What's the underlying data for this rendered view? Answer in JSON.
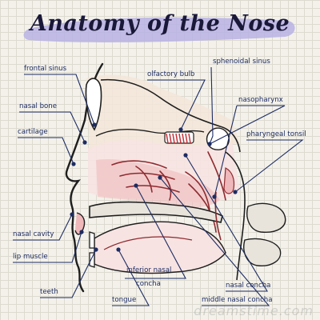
{
  "title": "Anatomy of the Nose",
  "watermark": "dreamstime.com",
  "colors": {
    "title_highlight": "#b7b2e4",
    "outline": "#1e1e1e",
    "leader_line": "#1d2c63",
    "blood_vessel": "#8e2a2f",
    "mucosa": "#efb8ba",
    "tissue": "#f7e3e2"
  },
  "labels": {
    "frontal_sinus": "frontal sinus",
    "nasal_bone": "nasal bone",
    "cartilage": "cartilage",
    "nasal_cavity": "nasal cavity",
    "lip_muscle": "lip muscle",
    "teeth": "teeth",
    "tongue": "tongue",
    "inferior_nasal_concha_1": "inferior nasal",
    "inferior_nasal_concha_2": "concha",
    "olfactory_bulb": "olfactory bulb",
    "sphenoidal_sinus": "sphenoidal sinus",
    "nasopharynx": "nasopharynx",
    "pharyngeal_tonsil": "pharyngeal tonsil",
    "nasal_concha": "nasal concha",
    "middle_nasal_concha": "middle nasal concha"
  }
}
